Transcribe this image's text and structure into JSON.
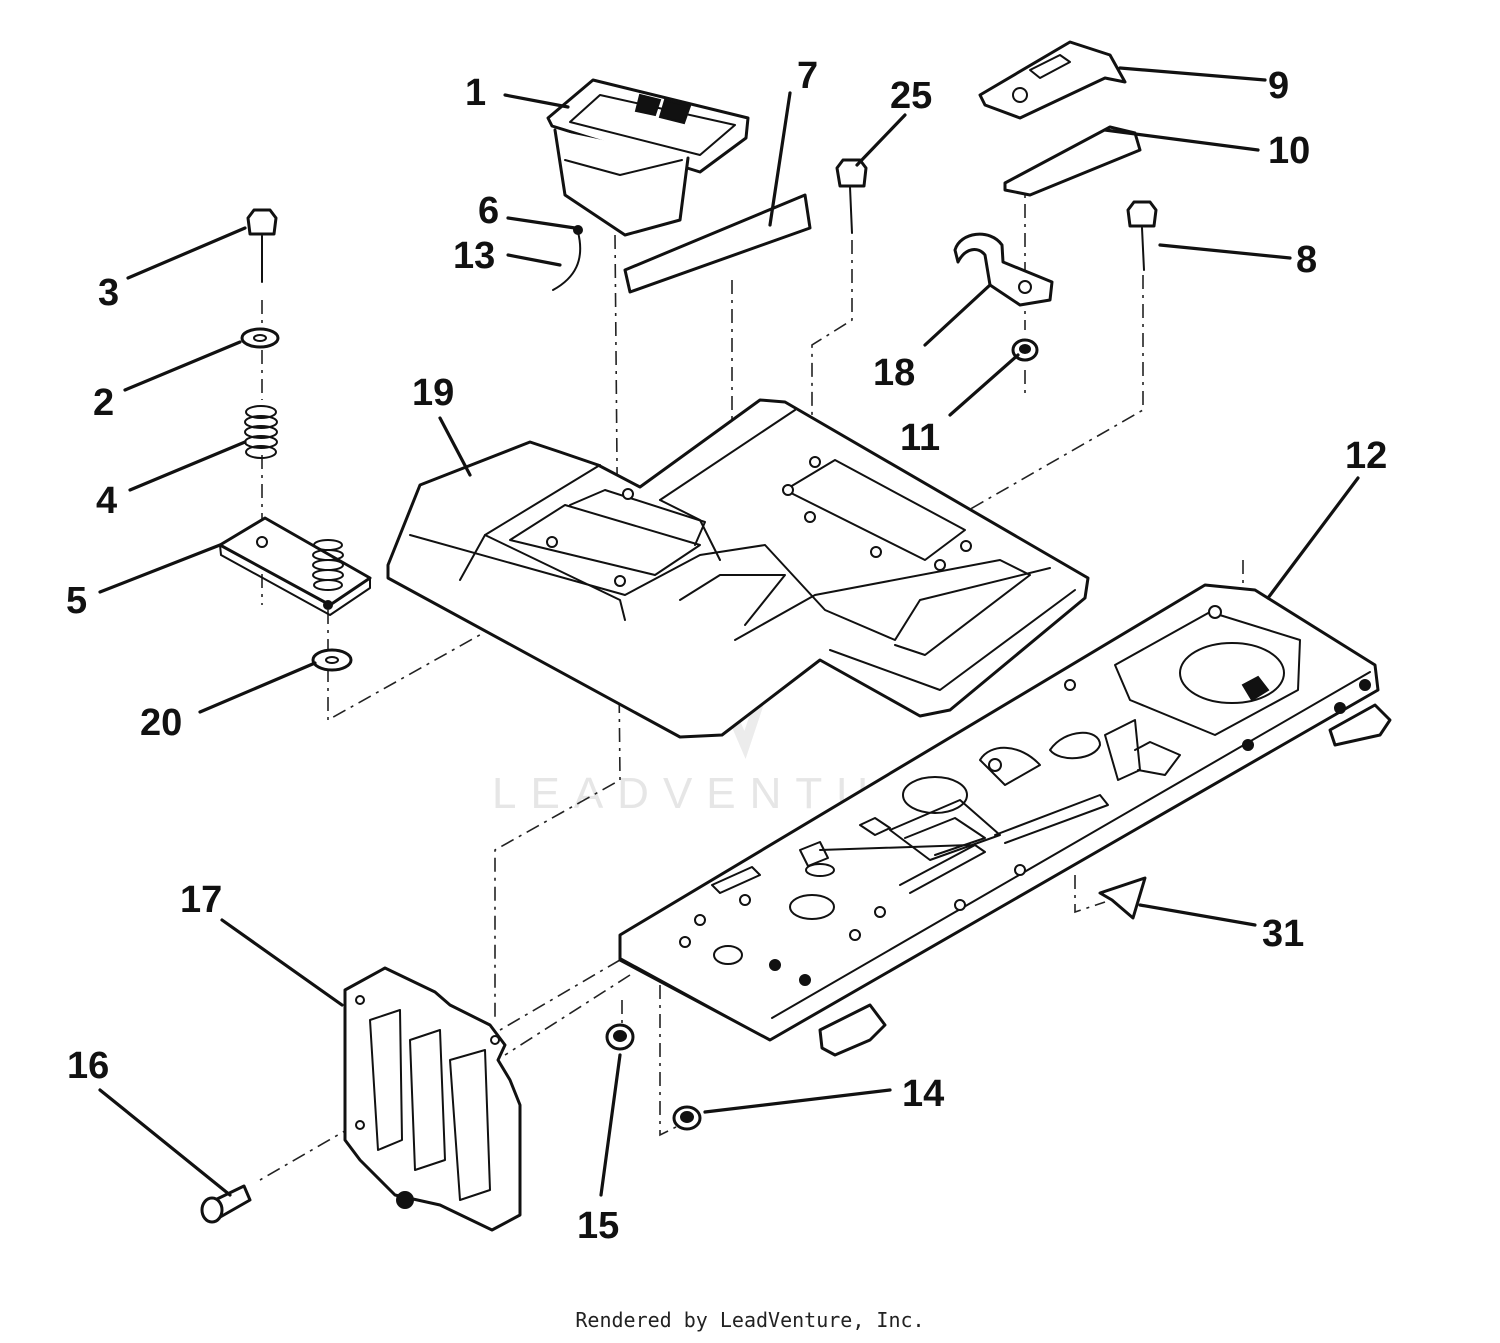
{
  "callouts": {
    "c1": "1",
    "c2": "2",
    "c3": "3",
    "c4": "4",
    "c5": "5",
    "c6": "6",
    "c7": "7",
    "c8": "8",
    "c9": "9",
    "c10": "10",
    "c11": "11",
    "c12": "12",
    "c13": "13",
    "c14": "14",
    "c15": "15",
    "c16": "16",
    "c17": "17",
    "c18": "18",
    "c19": "19",
    "c20": "20",
    "c25": "25",
    "c31": "31"
  },
  "watermark": "LEADVENTURE",
  "footer": "Rendered by LeadVenture, Inc."
}
